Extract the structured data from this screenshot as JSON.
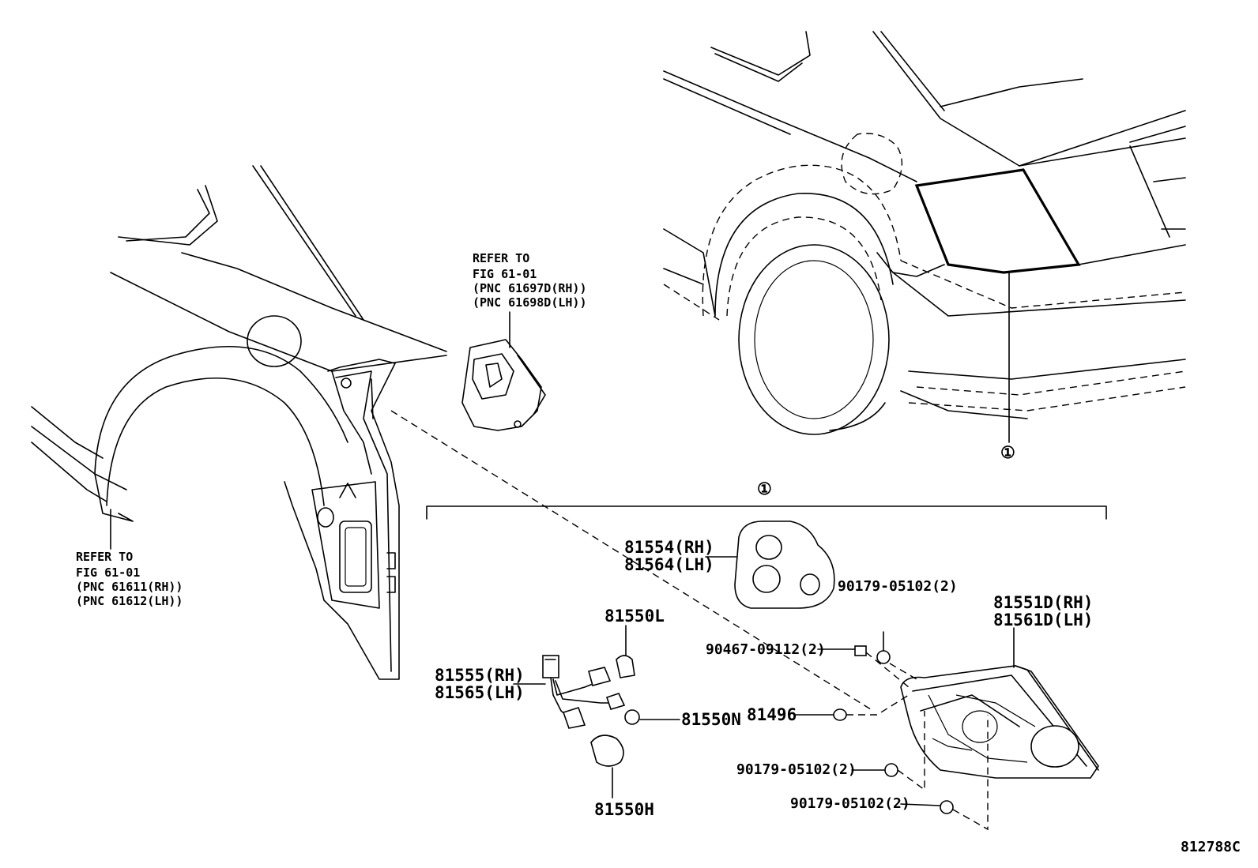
{
  "callouts": {
    "refer_upper": {
      "line1": "REFER TO",
      "line2": "FIG 61-01",
      "line3": "(PNC 61697D(RH))",
      "line4": "(PNC 61698D(LH))"
    },
    "refer_lower": {
      "line1": "REFER TO",
      "line2": "FIG 61-01",
      "line3": "(PNC 61611(RH))",
      "line4": "(PNC 61612(LH))"
    }
  },
  "assembly_marker": "①",
  "car_marker": "①",
  "parts": {
    "p81554": "81554(RH)",
    "p81564": "81564(LH)",
    "p81550L": "81550L",
    "p81555": "81555(RH)",
    "p81565": "81565(LH)",
    "p81550N": "81550N",
    "p81550H": "81550H",
    "p81496": "81496",
    "p81551D": "81551D(RH)",
    "p81561D": "81561D(LH)",
    "screw_a": "90179-05102(2)",
    "screw_b": "90179-05102(2)",
    "screw_c": "90179-05102(2)",
    "clip": "90467-09112(2)"
  },
  "figure_id": "812788C"
}
